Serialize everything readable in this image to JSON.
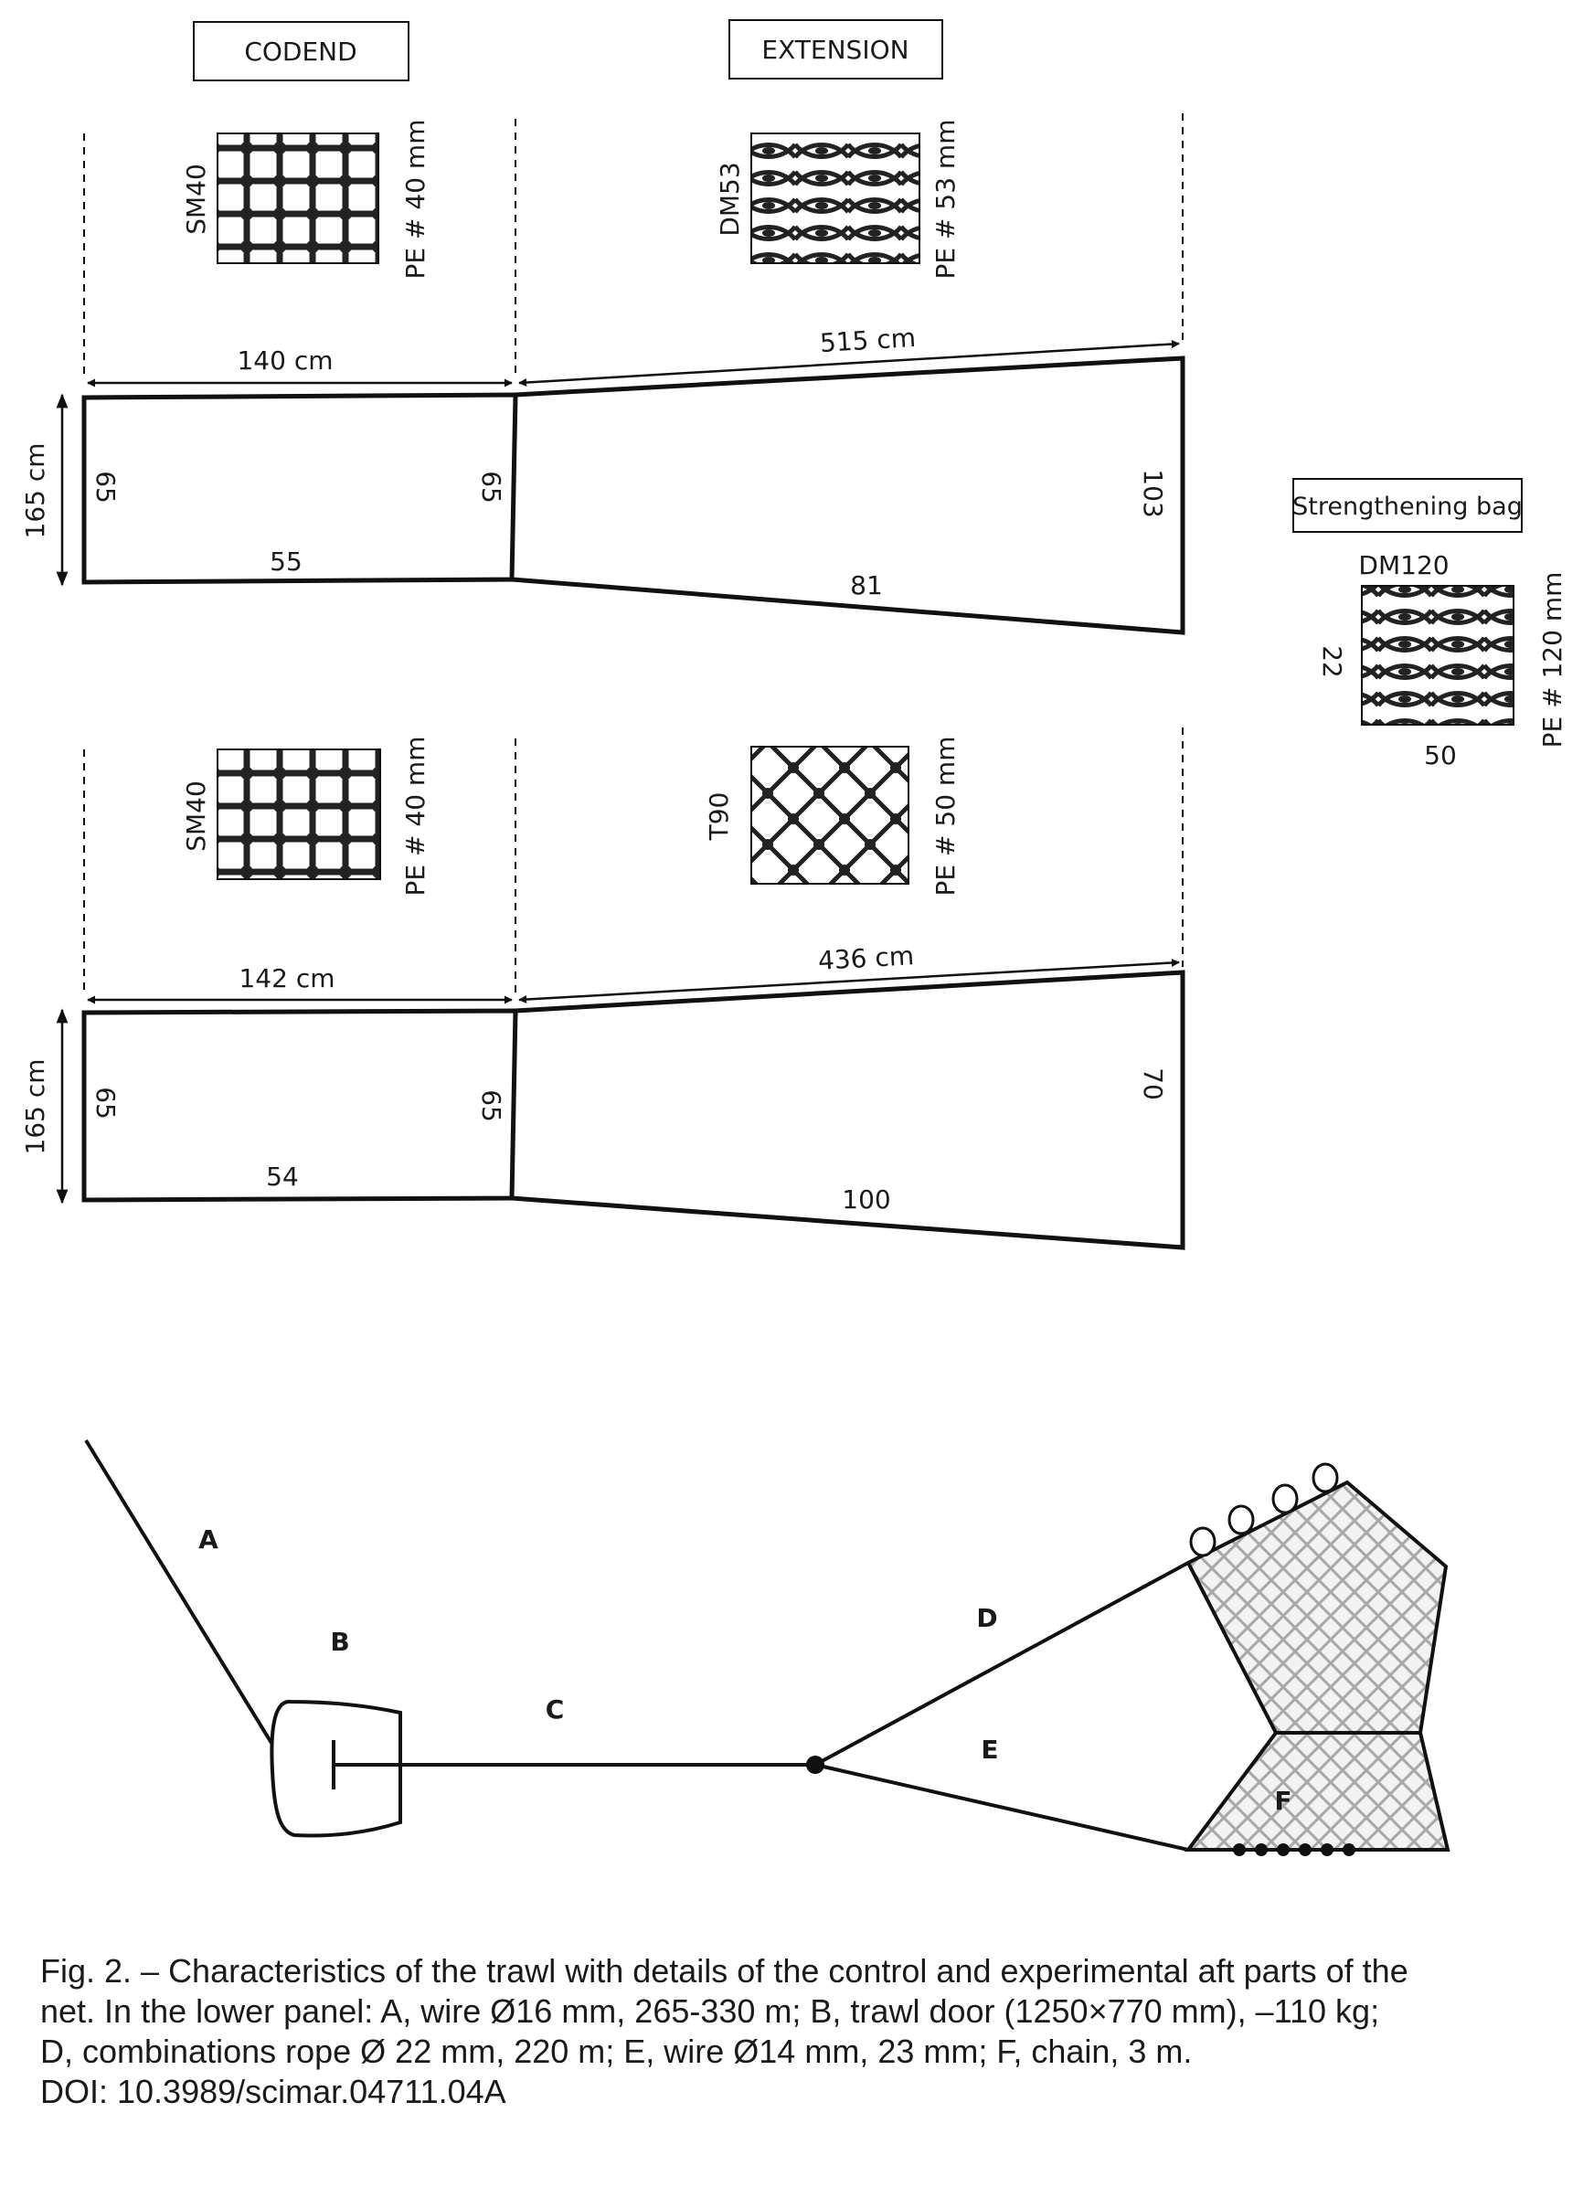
{
  "headers": {
    "codend": "CODEND",
    "extension": "EXTENSION",
    "strengthening_bag": "Strengthening bag"
  },
  "top_panel": {
    "codend_mesh_code": "SM40",
    "codend_mesh_material": "PE # 40 mm",
    "extension_mesh_code": "DM53",
    "extension_mesh_material": "PE # 53 mm",
    "codend_length": "140 cm",
    "extension_length": "515 cm",
    "height": "165 cm",
    "codend_left_meshes": "65",
    "codend_right_meshes": "65",
    "codend_bottom_meshes": "55",
    "extension_bottom_meshes": "81",
    "extension_right_meshes": "103"
  },
  "bottom_panel": {
    "codend_mesh_code": "SM40",
    "codend_mesh_material": "PE # 40 mm",
    "extension_mesh_code": "T90",
    "extension_mesh_material": "PE # 50 mm",
    "codend_length": "142 cm",
    "extension_length": "436 cm",
    "height": "165 cm",
    "codend_left_meshes": "65",
    "codend_right_meshes": "65",
    "codend_bottom_meshes": "54",
    "extension_bottom_meshes": "100",
    "extension_right_meshes": "70"
  },
  "strengthening_bag": {
    "mesh_code": "DM120",
    "mesh_material": "PE # 120 mm",
    "side_meshes": "22",
    "bottom_meshes": "50"
  },
  "trawl_labels": {
    "a": "A",
    "b": "B",
    "c": "C",
    "d": "D",
    "e": "E",
    "f": "F"
  },
  "caption": {
    "line1": "Fig. 2. – Characteristics of the trawl with details of the control and experimental aft parts of the",
    "line2": "net. In the lower panel: A, wire Ø16 mm, 265-330 m; B, trawl door (1250×770 mm), –110 kg;",
    "line3": "D, combinations rope Ø 22 mm, 220 m; E, wire Ø14 mm, 23 mm; F, chain, 3 m.",
    "line4": "DOI: 10.3989/scimar.04711.04A"
  }
}
